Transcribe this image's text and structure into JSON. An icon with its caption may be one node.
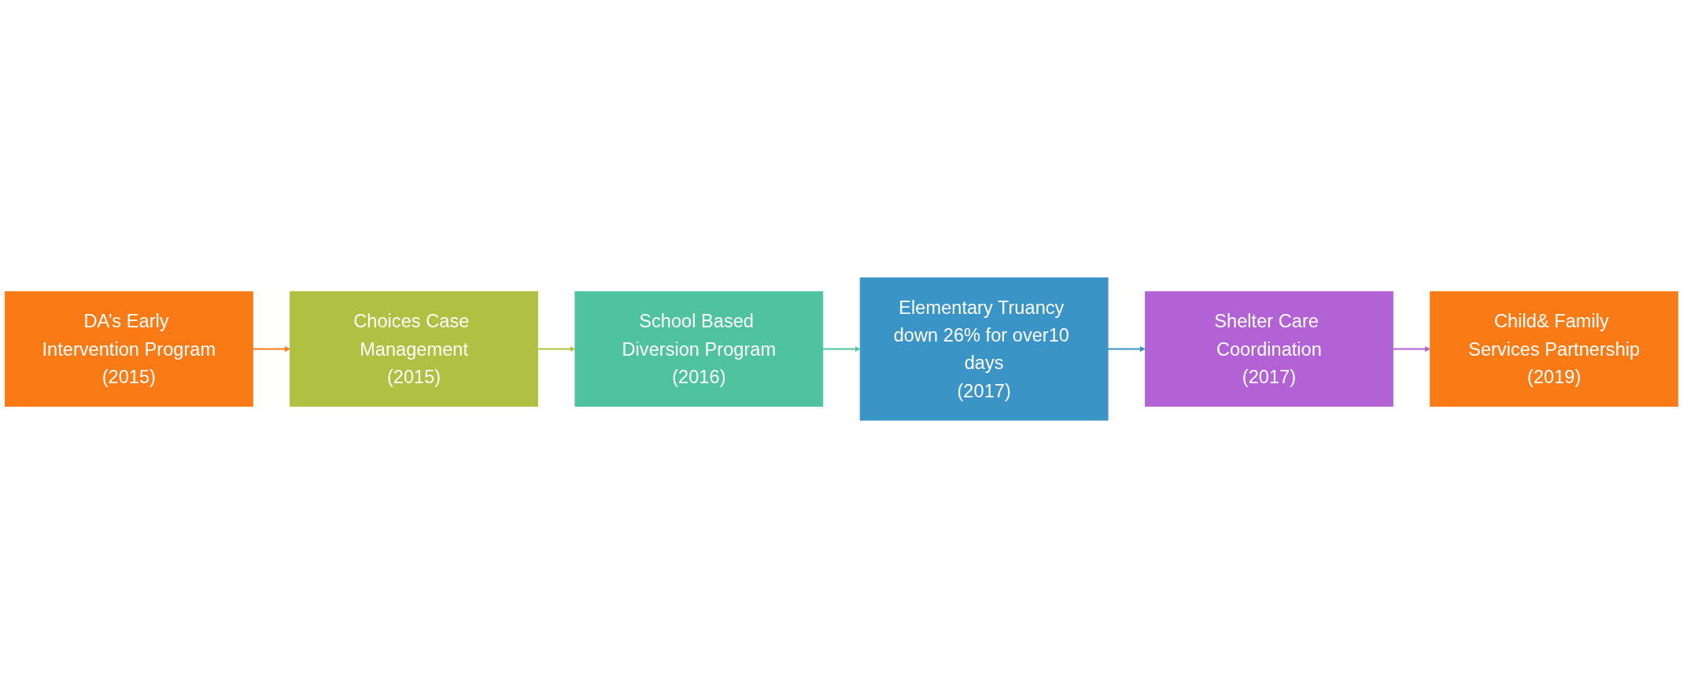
{
  "diagram": {
    "nodes": [
      {
        "text": [
          "DA’s Early Intervention Program",
          "(2015)"
        ]
      },
      {
        "text": [
          "Choices Case Management",
          "(2015)"
        ]
      },
      {
        "text": [
          "School Based Diversion Program",
          "(2016)"
        ]
      },
      {
        "text": [
          "Elementary Truancy down 26% for over10 days",
          "(2017)"
        ]
      },
      {
        "text": [
          "Shelter Care Coordination",
          "(2017)"
        ]
      },
      {
        "text": [
          "Child& Family Services Partnership",
          "(2019)"
        ]
      }
    ],
    "edges": [
      {
        "from": 0,
        "to": 1,
        "arrow": "to",
        "color": "#f97b1a"
      },
      {
        "from": 1,
        "to": 2,
        "arrow": "to",
        "color": "#afc13f"
      },
      {
        "from": 2,
        "to": 3,
        "arrow": "to",
        "color": "#4fc39e"
      },
      {
        "from": 3,
        "to": 4,
        "arrow": "to",
        "color": "#3a94c4"
      },
      {
        "from": 4,
        "to": 5,
        "arrow": "to",
        "color": "#b362d4"
      }
    ]
  }
}
